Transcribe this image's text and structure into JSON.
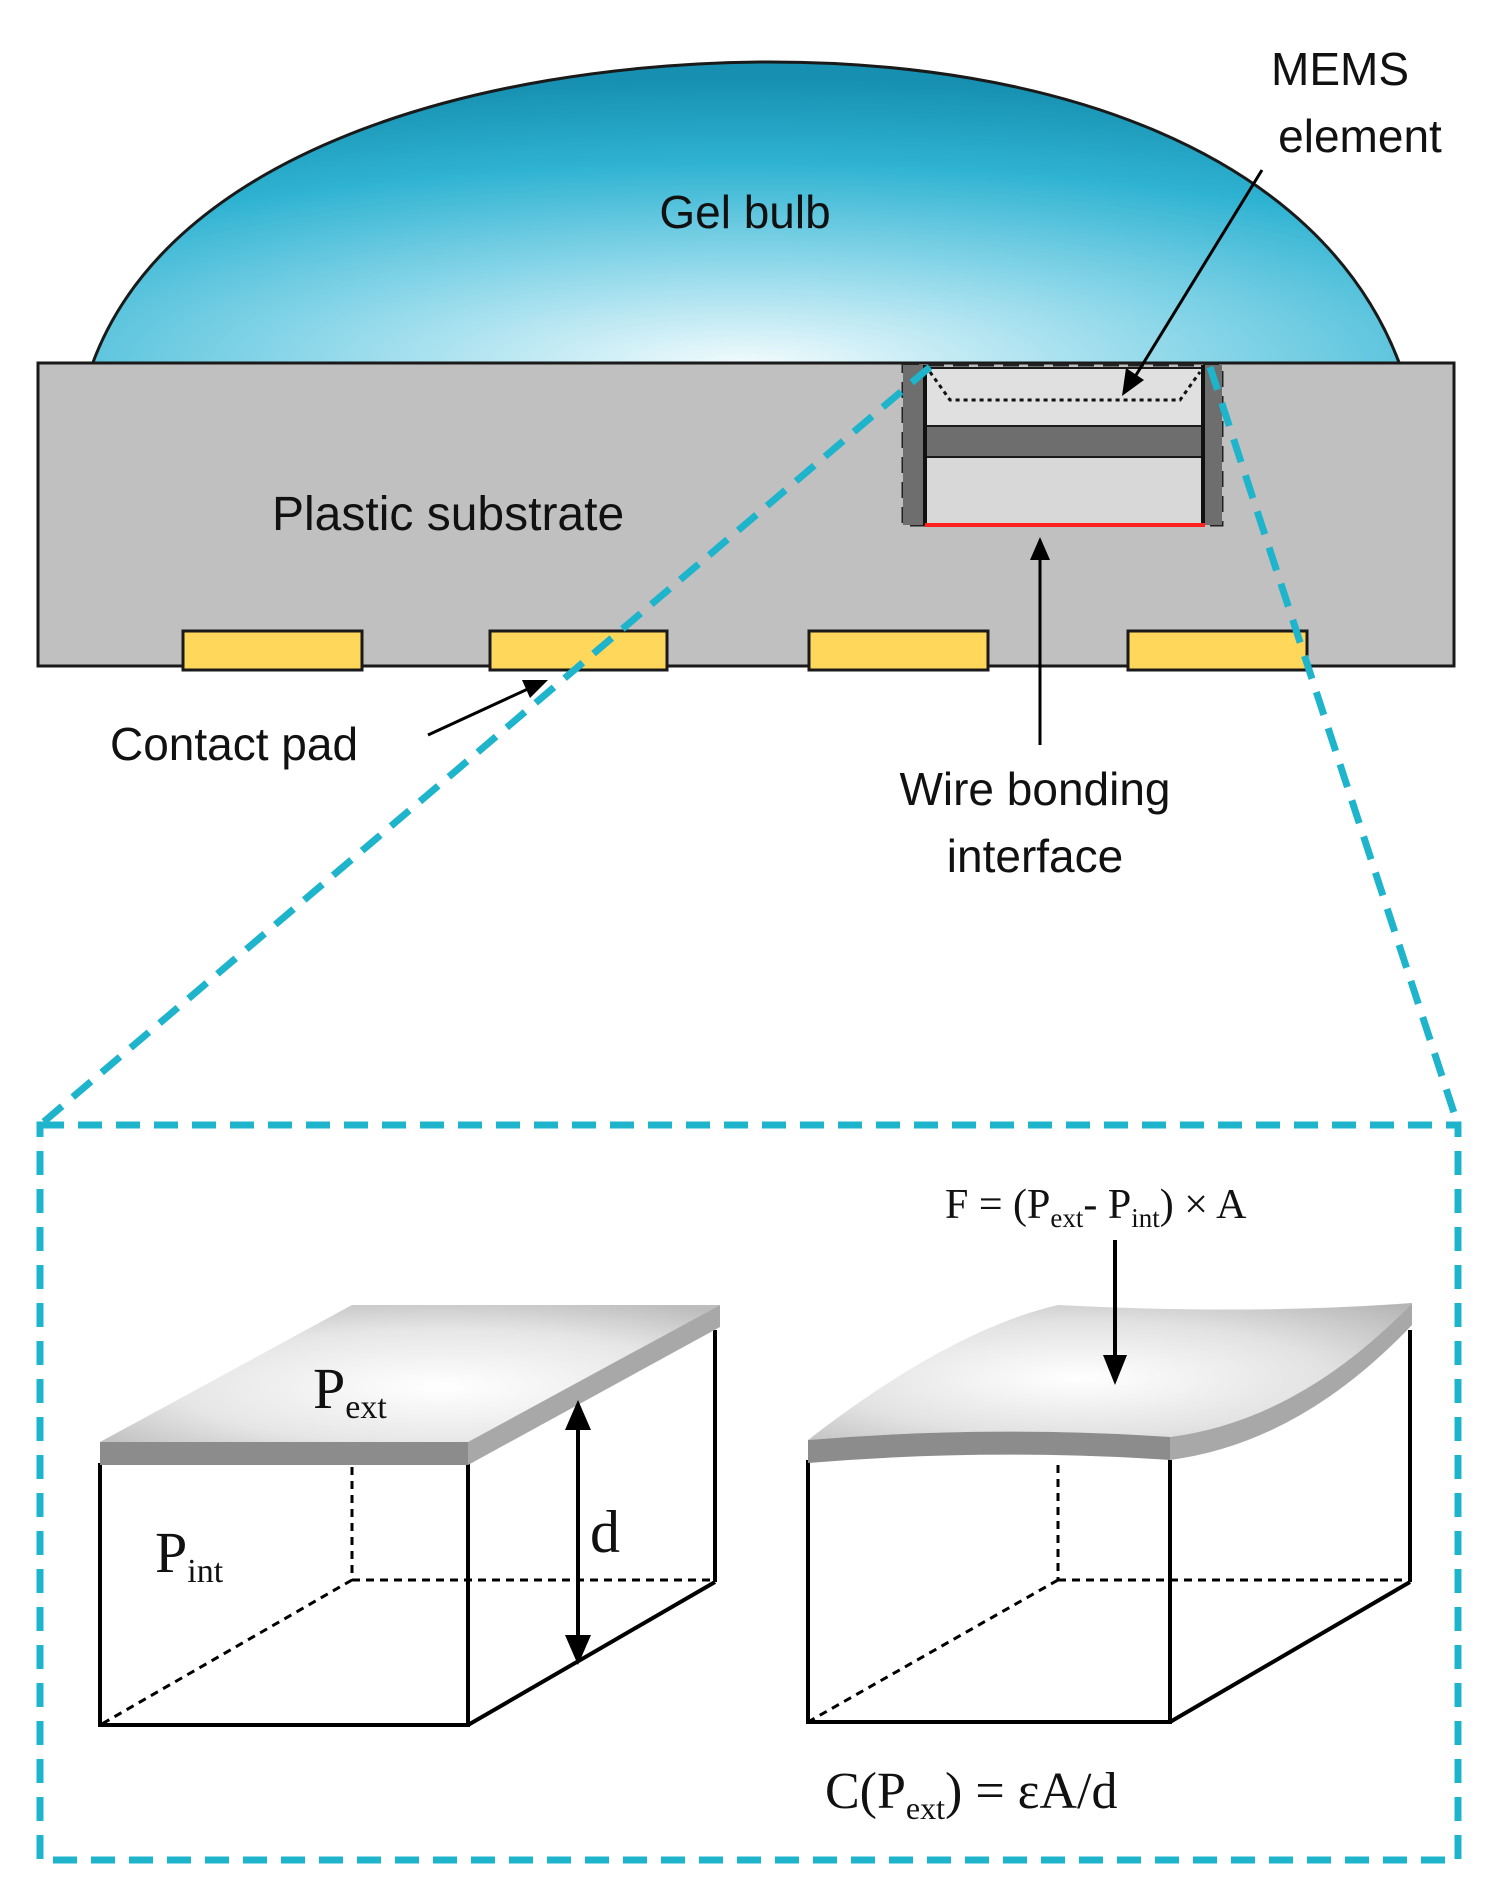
{
  "labels": {
    "gel_bulb": "Gel bulb",
    "mems_line1": "MEMS",
    "mems_line2": "element",
    "plastic_substrate": "Plastic substrate",
    "contact_pad": "Contact pad",
    "wire_line1": "Wire bonding",
    "wire_line2": "interface"
  },
  "math": {
    "p_ext_main": "P",
    "p_ext_sub": "ext",
    "p_int_main": "P",
    "p_int_sub": "int",
    "d": "d",
    "force": {
      "pre": "F = (P",
      "sub1": "ext",
      "mid": "- P",
      "sub2": "int",
      "post": ") × A"
    },
    "capacitance": {
      "pre": "C(P",
      "sub": "ext",
      "post": ") = εA/d"
    }
  },
  "colors": {
    "gel_dark": "#1a9fc2",
    "gel_light": "#e8f8fc",
    "substrate": "#c0c0c0",
    "pad": "#ffd75a",
    "zoom_dash": "#1eb4cc",
    "bond_line": "#ff2020",
    "plate_light": "#f2f2f2",
    "plate_dark": "#8c8c8c"
  }
}
